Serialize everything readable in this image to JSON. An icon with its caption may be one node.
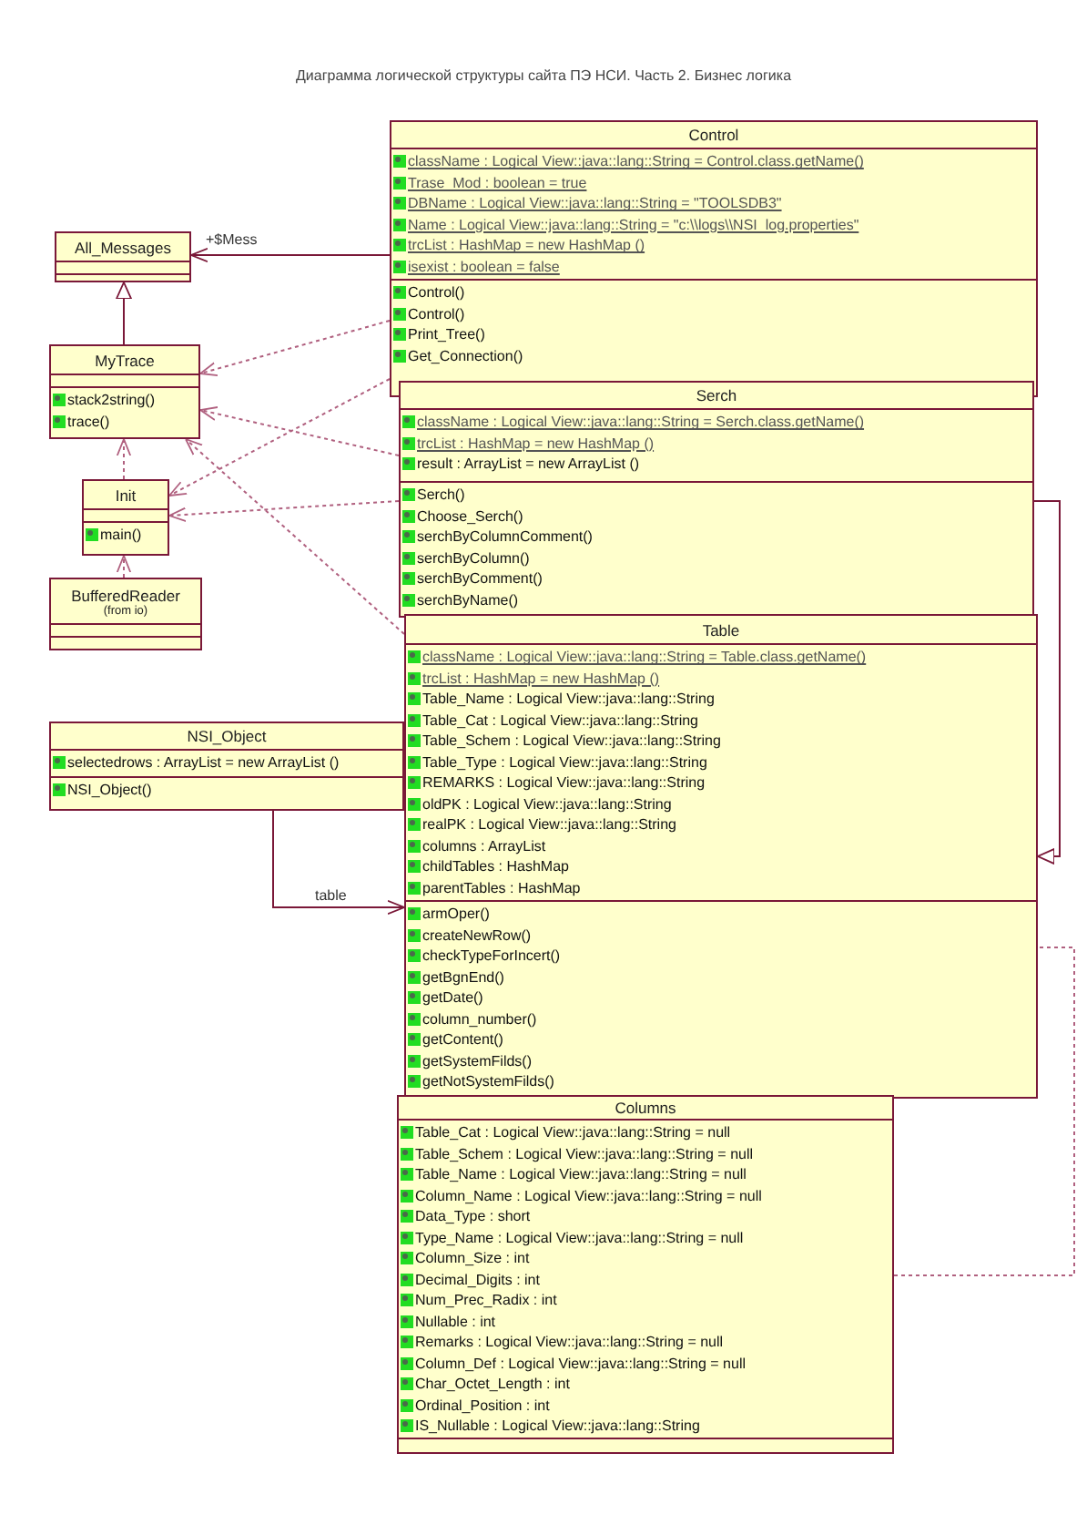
{
  "diagram": {
    "title": "Диаграмма логической структуры сайта ПЭ НСИ. Часть 2. Бизнес логика",
    "nodes": [
      {
        "text": [
          "Control",
          "className : Logical View::java::lang::String = Control.class.getName()",
          "Trase_Mod : boolean = true",
          "DBName : Logical View::java::lang::String = \"TOOLSDB3\"",
          "Name : Logical View::java::lang::String = \"c:\\\\logs\\\\NSI_log.properties\"",
          "trcList : HashMap = new HashMap ()",
          "isexist : boolean = false",
          "Control()",
          "Control()",
          "Print_Tree()",
          "Get_Connection()"
        ]
      },
      {
        "text": [
          "All_Messages"
        ]
      },
      {
        "text": [
          "MyTrace",
          "stack2string()",
          "trace()"
        ]
      },
      {
        "text": [
          "Serch",
          "className : Logical View::java::lang::String = Serch.class.getName()",
          "trcList : HashMap = new HashMap ()",
          "result : ArrayList = new ArrayList ()",
          "Serch()",
          "Choose_Serch()",
          "serchByColumnComment()",
          "serchByColumn()",
          "serchByComment()",
          "serchByName()"
        ]
      },
      {
        "text": [
          "Init",
          "main()"
        ]
      },
      {
        "text": [
          "BufferedReader",
          "(from io)"
        ]
      },
      {
        "text": [
          "Table",
          "className : Logical View::java::lang::String = Table.class.getName()",
          "trcList : HashMap = new HashMap ()",
          "Table_Name : Logical View::java::lang::String",
          "Table_Cat : Logical View::java::lang::String",
          "Table_Schem : Logical View::java::lang::String",
          "Table_Type : Logical View::java::lang::String",
          "REMARKS : Logical View::java::lang::String",
          "oldPK : Logical View::java::lang::String",
          "realPK : Logical View::java::lang::String",
          "columns : ArrayList",
          "childTables : HashMap",
          "parentTables : HashMap",
          "armOper()",
          "createNewRow()",
          "checkTypeForIncert()",
          "getBgnEnd()",
          "getDate()",
          "column_number()",
          "getContent()",
          "getSystemFilds()",
          "getNotSystemFilds()"
        ]
      },
      {
        "text": [
          "NSI_Object",
          "selectedrows : ArrayList = new ArrayList ()",
          "NSI_Object()"
        ]
      },
      {
        "text": [
          "Columns",
          "Table_Cat : Logical View::java::lang::String = null",
          "Table_Schem : Logical View::java::lang::String = null",
          "Table_Name : Logical View::java::lang::String = null",
          "Column_Name : Logical View::java::lang::String = null",
          "Data_Type : short",
          "Type_Name : Logical View::java::lang::String = null",
          "Column_Size : int",
          "Decimal_Digits : int",
          "Num_Prec_Radix : int",
          "Nullable : int",
          "Remarks : Logical View::java::lang::String = null",
          "Column_Def : Logical View::java::lang::String = null",
          "Char_Octet_Length : int",
          "Ordinal_Position : int",
          "IS_Nullable : Logical View::java::lang::String"
        ]
      }
    ],
    "edges": [
      {
        "from": 0,
        "to": 1,
        "arrow": "to",
        "label": "+$Mess",
        "color": "#7a1838"
      },
      {
        "from": 2,
        "to": 1,
        "arrow": "to",
        "color": "#7a1838"
      },
      {
        "from": 4,
        "to": 2,
        "arrow": "to",
        "style": "dashed"
      },
      {
        "from": 5,
        "to": 4,
        "arrow": "to",
        "style": "dashed"
      },
      {
        "from": 0,
        "to": 2,
        "arrow": "to",
        "style": "dashed"
      },
      {
        "from": 3,
        "to": 2,
        "arrow": "to",
        "style": "dashed"
      },
      {
        "from": 0,
        "to": 4,
        "arrow": "to",
        "style": "dashed"
      },
      {
        "from": 3,
        "to": 4,
        "arrow": "to",
        "style": "dashed"
      },
      {
        "from": 6,
        "to": 2,
        "arrow": "to",
        "style": "dashed"
      },
      {
        "from": 3,
        "to": 6,
        "arrow": "to",
        "color": "#7a1838"
      },
      {
        "from": 8,
        "to": 6,
        "arrow": "none",
        "style": "dashed"
      },
      {
        "from": 7,
        "to": 6,
        "arrow": "to",
        "label": "table",
        "color": "#7a1838"
      }
    ]
  }
}
